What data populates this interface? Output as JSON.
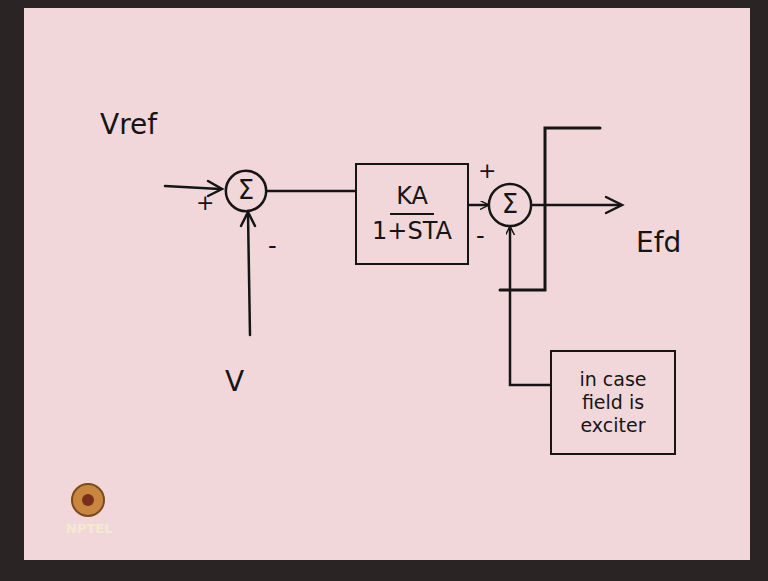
{
  "diagram": {
    "nodes": [
      {
        "text": [
          "Σ"
        ]
      },
      {
        "text": [
          "KA",
          "1+STA"
        ]
      },
      {
        "text": [
          "Σ"
        ]
      },
      {
        "text": [
          "in case field is exciter"
        ]
      }
    ],
    "edges": [
      {
        "from": 0,
        "to": 1,
        "arrow": "none"
      },
      {
        "from": 1,
        "to": 2,
        "arrow": "to"
      },
      {
        "from": 3,
        "to": 2,
        "arrow": "to"
      }
    ],
    "labels": [
      "Vref",
      "+",
      "-",
      "V",
      "+",
      "-",
      "Efd",
      "NPTEL"
    ]
  }
}
